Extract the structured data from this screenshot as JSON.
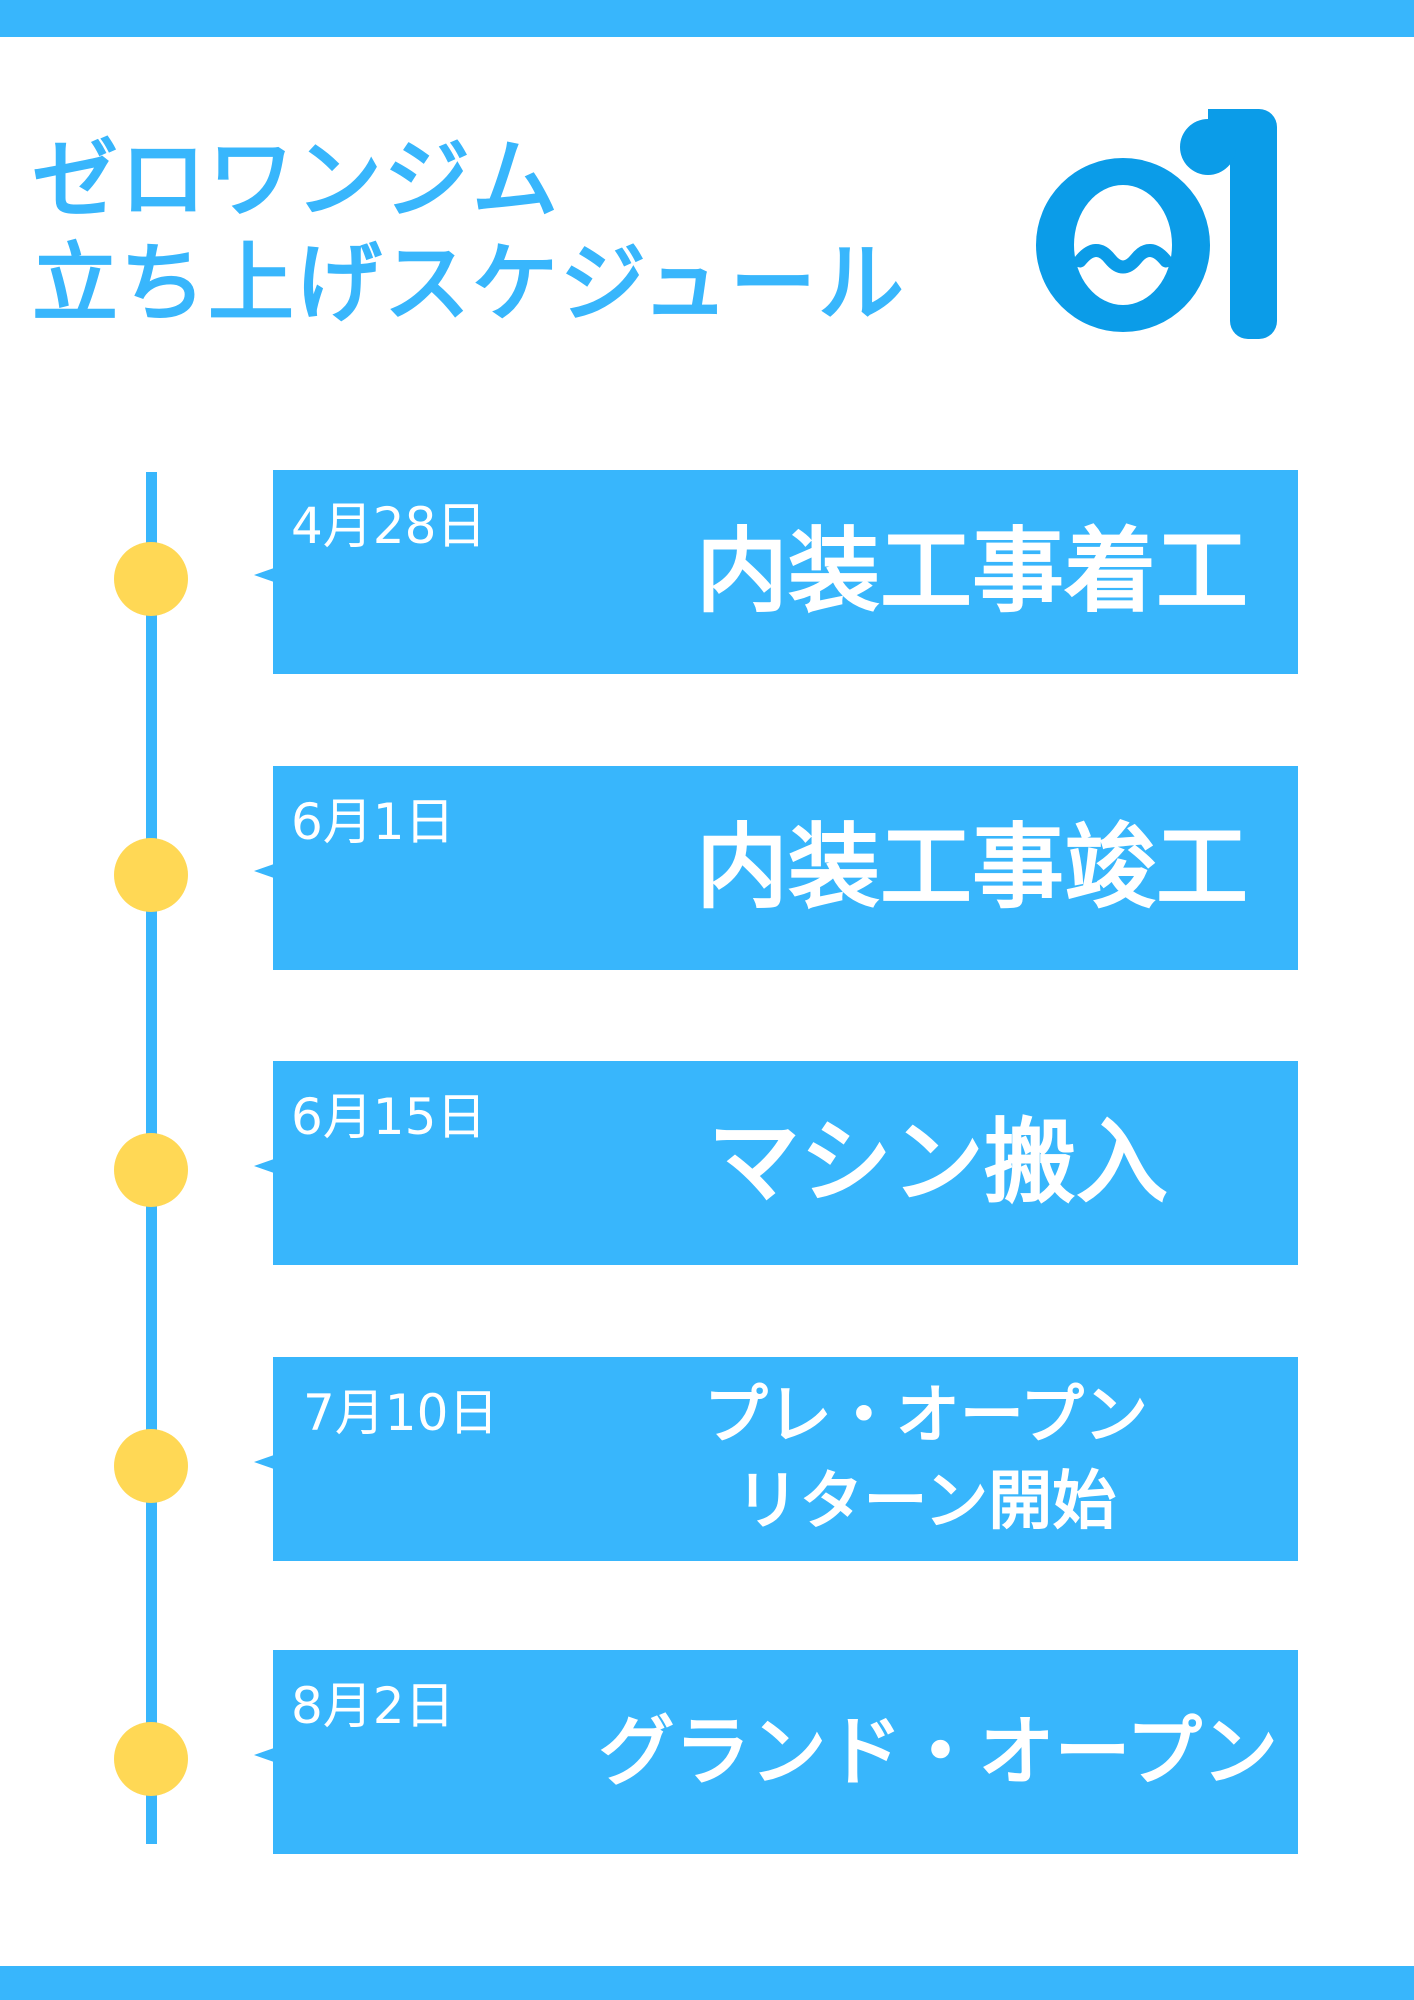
{
  "page": {
    "title_lines": [
      "ゼロワンジム",
      "立ち上げスケジュール"
    ]
  },
  "colors": {
    "accent": "#38b6fc",
    "dot": "#ffd855",
    "logo_blue": "#0b9ce8",
    "text_on_accent": "#ffffff"
  },
  "timeline": {
    "events": [
      {
        "date": "4月28日",
        "label": "内装工事着工"
      },
      {
        "date": "6月1日",
        "label": "内装工事竣工"
      },
      {
        "date": "6月15日",
        "label": "マシン搬入"
      },
      {
        "date": "7月10日",
        "label_lines": [
          "プレ・オープン",
          "リターン開始"
        ]
      },
      {
        "date": "8月2日",
        "label": "グランド・オープン"
      }
    ]
  }
}
